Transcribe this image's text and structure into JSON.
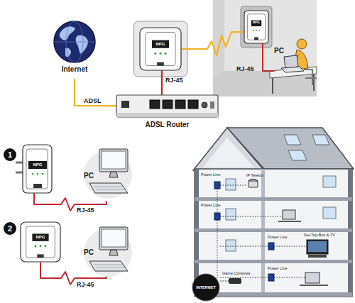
{
  "diagram": {
    "nodes": [
      {
        "text": [
          "Internet"
        ]
      },
      {
        "text": [
          "ADSL Router"
        ]
      },
      {
        "text": [
          "NPG"
        ]
      },
      {
        "text": [
          "NPG"
        ]
      },
      {
        "text": [
          "PC"
        ]
      },
      {
        "text": [
          "NPG"
        ]
      },
      {
        "text": [
          "PC"
        ]
      },
      {
        "text": [
          "NPG"
        ]
      },
      {
        "text": [
          "PC"
        ]
      },
      {
        "text": [
          "INTERNET"
        ]
      }
    ],
    "edges": [
      {
        "from": 0,
        "to": 1,
        "arrow": "none",
        "label": "ADSL"
      },
      {
        "from": 1,
        "to": 2,
        "arrow": "none",
        "label": "RJ-45"
      },
      {
        "from": 2,
        "to": 3,
        "arrow": "none"
      },
      {
        "from": 3,
        "to": 4,
        "arrow": "none",
        "label": "RJ-45"
      },
      {
        "from": 5,
        "to": 6,
        "arrow": "none",
        "label": "RJ-45"
      },
      {
        "from": 7,
        "to": 8,
        "arrow": "none",
        "label": "RJ-45"
      }
    ],
    "labels": [
      "1",
      "2",
      "Power Line",
      "IP Telefon",
      "Power Line",
      "Power Line",
      "Set-Top-Box & TV",
      "Power Line",
      "Game Consoles"
    ]
  }
}
